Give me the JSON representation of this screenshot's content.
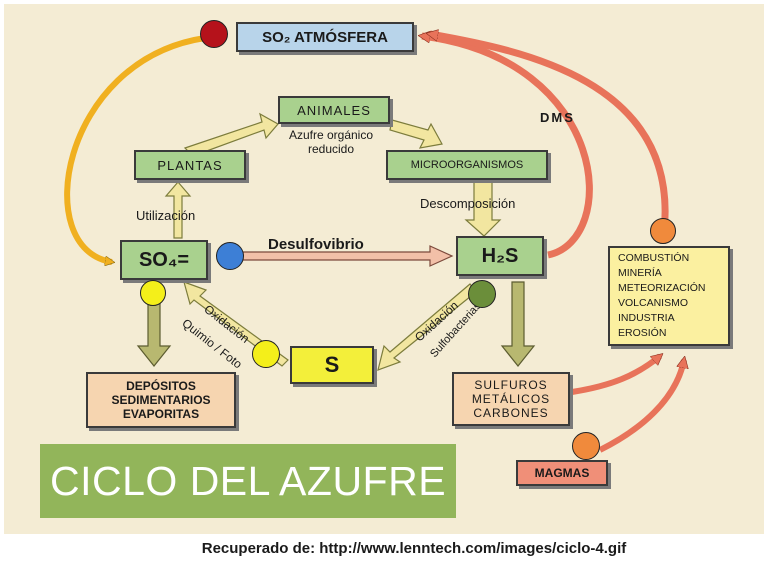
{
  "diagram": {
    "title": "CICLO DEL AZUFRE",
    "source_note": "Recuperado de: http://www.lenntech.com/images/ciclo-4.gif",
    "nodes": {
      "so2_atmosfera": "SO₂ ATMÓSFERA",
      "animales": "ANIMALES",
      "plantas": "PLANTAS",
      "microorganismos": "MICROORGANISMOS",
      "so4": "SO₄=",
      "h2s": "H₂S",
      "s": "S",
      "depositos": [
        "DEPÓSITOS",
        "SEDIMENTARIOS",
        "EVAPORITAS"
      ],
      "sulfuros": [
        "SULFUROS",
        "METÁLICOS",
        "CARBONES"
      ],
      "combustion": [
        "COMBUSTIÓN",
        "MINERÍA",
        "METEORIZACIÓN",
        "VOLCANISMO",
        "INDUSTRIA",
        "EROSIÓN"
      ],
      "magmas": "MAGMAS"
    },
    "edge_labels": {
      "azufre_organico": [
        "Azufre orgánico",
        "reducido"
      ],
      "utilizacion": "Utilización",
      "descomposicion": "Descomposición",
      "desulfovibrio": "Desulfovibrio",
      "dms": "DMS",
      "oxidacion_left": "Oxidación",
      "quimio_foto": "Quimio / Foto",
      "oxidacion_right": "Oxidación",
      "sulfobacterias": "Sulfobacterias"
    },
    "colors": {
      "background": "#f4ecd4",
      "node_green": "#a9d18e",
      "so2_blue": "#b8d4ea",
      "s_yellow": "#f3ef3a",
      "deposit_orange": "#f6d5b0",
      "combustion_yellow": "#fbf0a0",
      "magmas_red": "#f08f78",
      "title_band": "#92b55a",
      "dot_red": "#b5121b",
      "dot_blue": "#3d7fd6",
      "dot_yellow": "#f4ef1a",
      "dot_olive": "#6b8e3a",
      "dot_orange": "#f08a3c"
    }
  }
}
